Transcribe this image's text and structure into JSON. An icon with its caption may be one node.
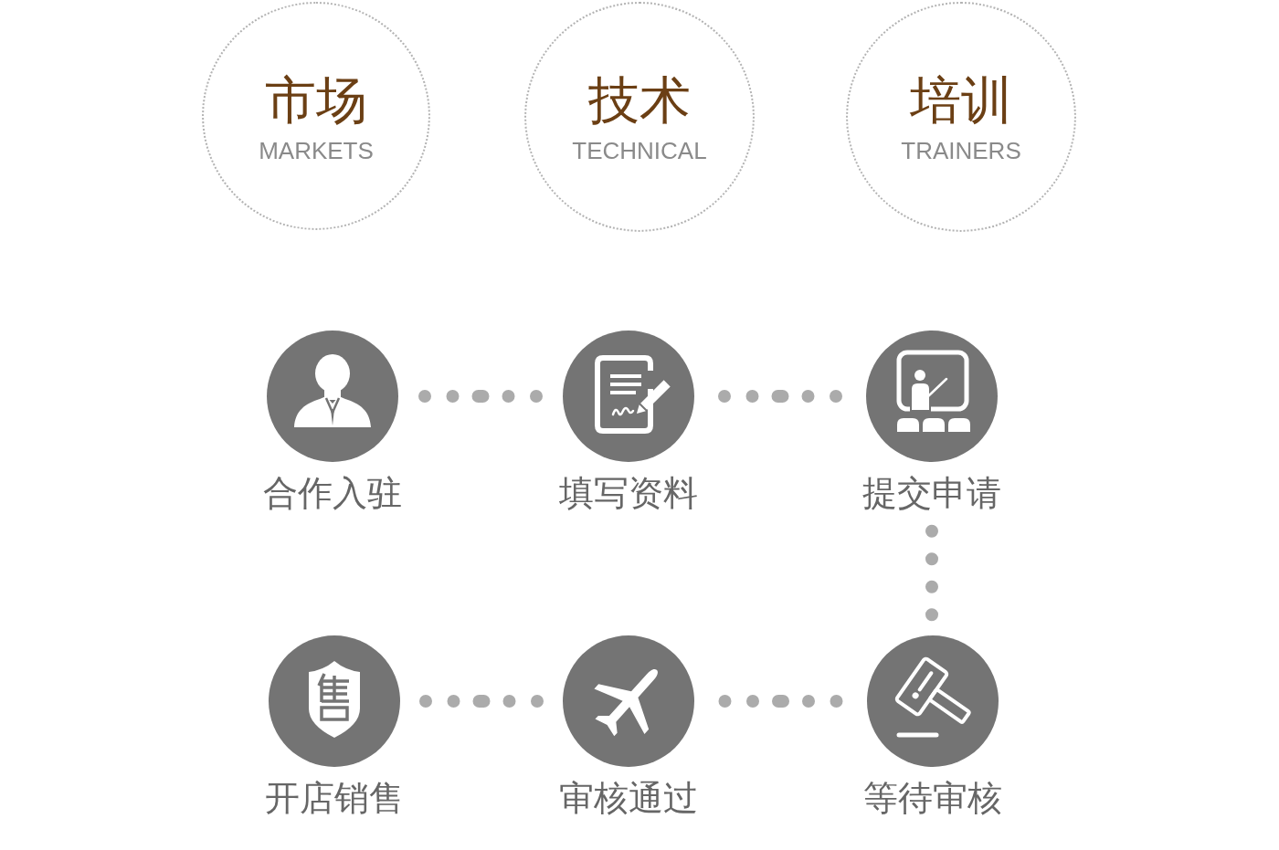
{
  "diagram": {
    "nodes": [
      {
        "text": [
          "市场",
          "MARKETS"
        ]
      },
      {
        "text": [
          "技术",
          "TECHNICAL"
        ]
      },
      {
        "text": [
          "培训",
          "TRAINERS"
        ]
      },
      {
        "text": [
          "合作入驻"
        ]
      },
      {
        "text": [
          "填写资料"
        ]
      },
      {
        "text": [
          "提交申请"
        ]
      },
      {
        "text": [
          "开店销售"
        ]
      },
      {
        "text": [
          "审核通过"
        ]
      },
      {
        "text": [
          "等待审核"
        ]
      }
    ],
    "edges": [
      {
        "from": 3,
        "to": 4,
        "arrow": "none"
      },
      {
        "from": 4,
        "to": 5,
        "arrow": "none"
      },
      {
        "from": 5,
        "to": 8,
        "arrow": "none"
      },
      {
        "from": 8,
        "to": 7,
        "arrow": "none"
      },
      {
        "from": 7,
        "to": 6,
        "arrow": "none"
      }
    ]
  }
}
